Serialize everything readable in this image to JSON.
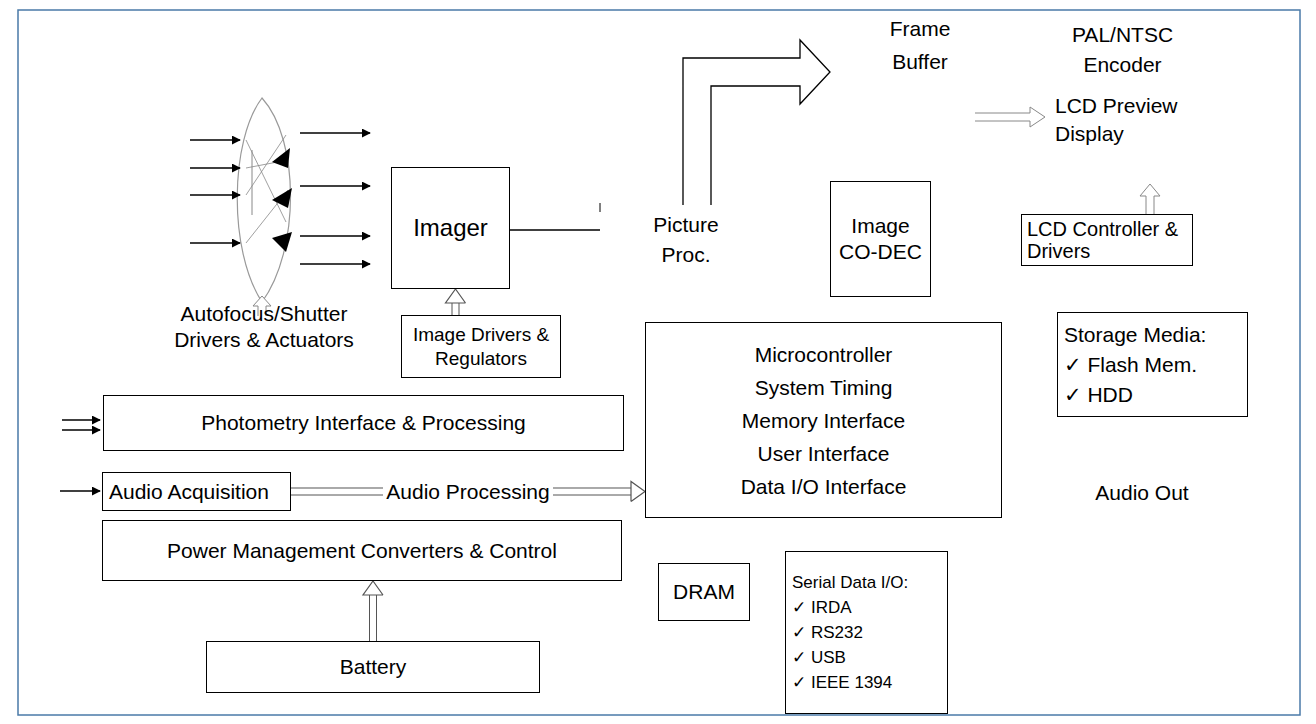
{
  "diagram": {
    "nodes": [
      {
        "text": [
          "Imager"
        ]
      },
      {
        "text": [
          "Image Drivers & Regulators"
        ]
      },
      {
        "text": [
          "Image CO-DEC"
        ]
      },
      {
        "text": [
          "LCD Controller & Drivers"
        ]
      },
      {
        "text": [
          "Microcontroller",
          "System Timing",
          "Memory Interface",
          "User Interface",
          "Data I/O Interface"
        ]
      },
      {
        "text": [
          "Storage Media:",
          "✓ Flash Mem.",
          "✓ HDD"
        ]
      },
      {
        "text": [
          "Photometry Interface & Processing"
        ]
      },
      {
        "text": [
          "Audio Acquisition"
        ]
      },
      {
        "text": [
          "Power Management Converters & Control"
        ]
      },
      {
        "text": [
          "DRAM"
        ]
      },
      {
        "text": [
          "Serial Data I/O:",
          "✓ IRDA",
          "✓ RS232",
          "✓ USB",
          "✓ IEEE 1394"
        ]
      },
      {
        "text": [
          "Battery"
        ]
      }
    ],
    "edges": [
      {
        "from": 1,
        "to": 0,
        "arrow": "to"
      },
      {
        "from": 7,
        "to": 4,
        "label": "Audio Processing",
        "arrow": "to"
      },
      {
        "from": 11,
        "to": 8,
        "arrow": "to"
      }
    ],
    "labels": [
      "PAL/NTSC Encoder",
      "Frame Buffer",
      "LCD Preview Display",
      "Picture Proc.",
      "Autofocus/Shutter Drivers & Actuators",
      "Audio Out"
    ]
  }
}
